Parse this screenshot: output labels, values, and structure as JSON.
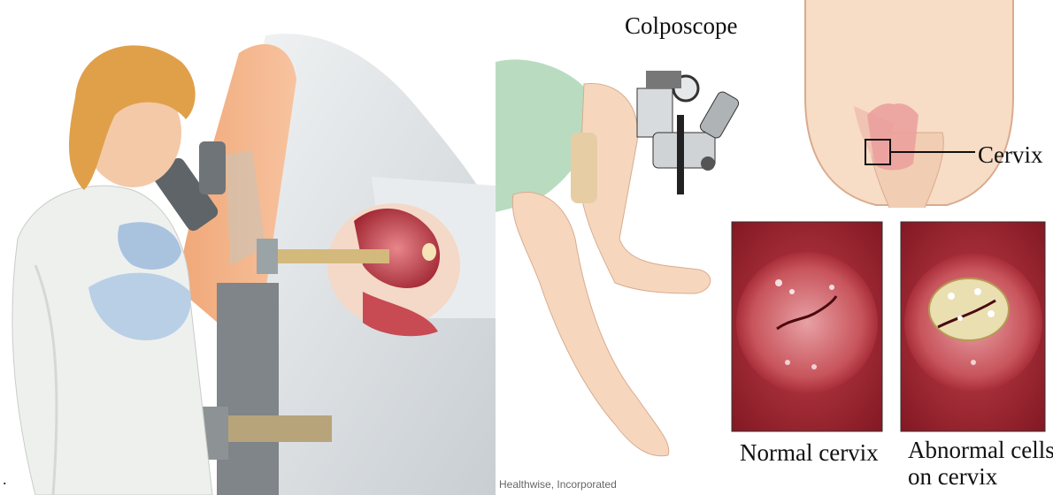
{
  "labels": {
    "colposcope": "Colposcope",
    "cervix": "Cervix",
    "normal_cervix": "Normal cervix",
    "abnormal_line1": "Abnormal cells",
    "abnormal_line2": "on cervix",
    "credit": "Healthwise, Incorporated",
    "dot": "."
  },
  "colors": {
    "skin": "#f3c7a6",
    "skin_shadow": "#d99e7c",
    "drape": "#dfe3e6",
    "gown_green": "#b9dcc0",
    "tissue_red": "#b4323a",
    "tissue_pink": "#e8868b",
    "hair": "#e0a04a",
    "coat": "#eef0ee",
    "glove": "#b9cfe6",
    "instrument_gray": "#8f9597"
  }
}
